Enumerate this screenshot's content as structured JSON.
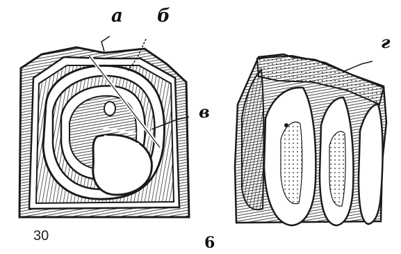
{
  "labels": {
    "a": "а",
    "b": "б",
    "v": "в",
    "g": "г",
    "page_number": "30",
    "figure_part": "6"
  },
  "colors": {
    "ink": "#1a1a1a",
    "paper": "#ffffff"
  }
}
